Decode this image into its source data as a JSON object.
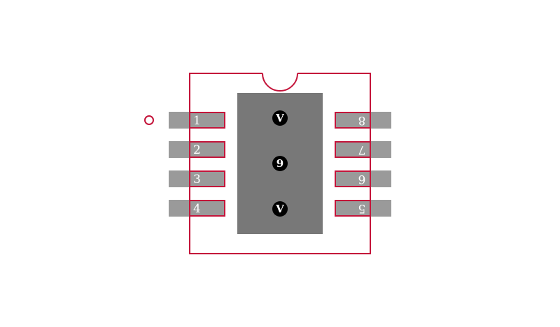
{
  "colors": {
    "outline": "#c4143a",
    "pad": "#9a9a9a",
    "thermal_pad": "#787878",
    "via": "#000000",
    "label": "#ffffff",
    "background": "#ffffff"
  },
  "footprint": {
    "pin1_marker": "circle",
    "notch": "semicircle",
    "pins_left": [
      {
        "label": "1",
        "mirrored": false
      },
      {
        "label": "2",
        "mirrored": false
      },
      {
        "label": "3",
        "mirrored": false
      },
      {
        "label": "4",
        "mirrored": false
      }
    ],
    "pins_right": [
      {
        "label": "8",
        "mirrored": true
      },
      {
        "label": "7",
        "mirrored": true
      },
      {
        "label": "6",
        "mirrored": true
      },
      {
        "label": "5",
        "mirrored": true
      }
    ],
    "thermal_vias": [
      {
        "label": "V"
      },
      {
        "label": "9"
      },
      {
        "label": "V"
      }
    ]
  }
}
